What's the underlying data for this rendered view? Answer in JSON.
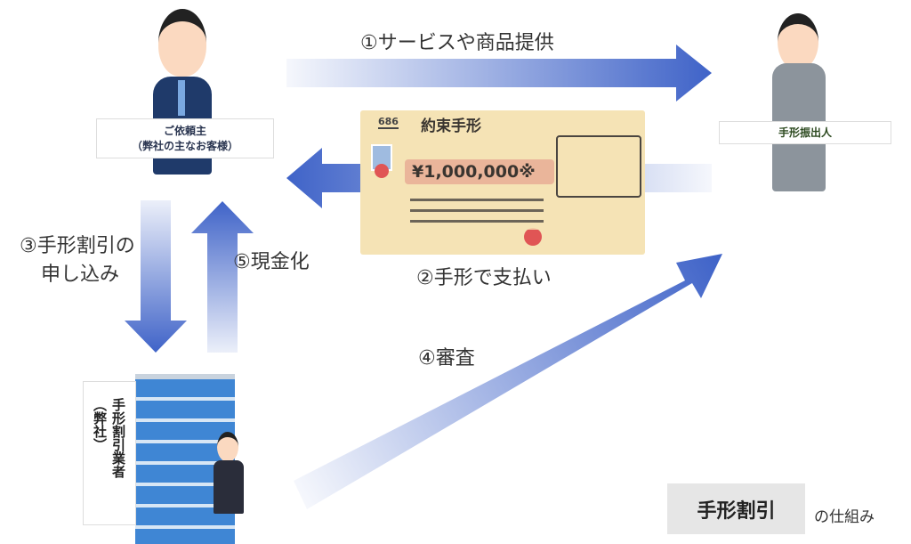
{
  "steps": {
    "s1": "①サービスや商品提供",
    "s2": "②手形で支払い",
    "s3_line1": "③手形割引の",
    "s3_line2": "申し込み",
    "s4": "④審査",
    "s5": "⑤現金化"
  },
  "client": {
    "line1": "ご依頼主",
    "line2": "（弊社の主なお客様）"
  },
  "issuer": {
    "label": "手形振出人"
  },
  "discounter": {
    "main": "手形割引業者",
    "sub": "（弊社）"
  },
  "note": {
    "title": "約束手形",
    "amount": "¥1,000,000※",
    "number": "686"
  },
  "footer": {
    "highlight": "手形割引",
    "suffix": "の仕組み"
  },
  "colors": {
    "arrow": "#3f63c8",
    "note_bg": "#f5e3b5",
    "amount_bg": "#eab59a"
  }
}
